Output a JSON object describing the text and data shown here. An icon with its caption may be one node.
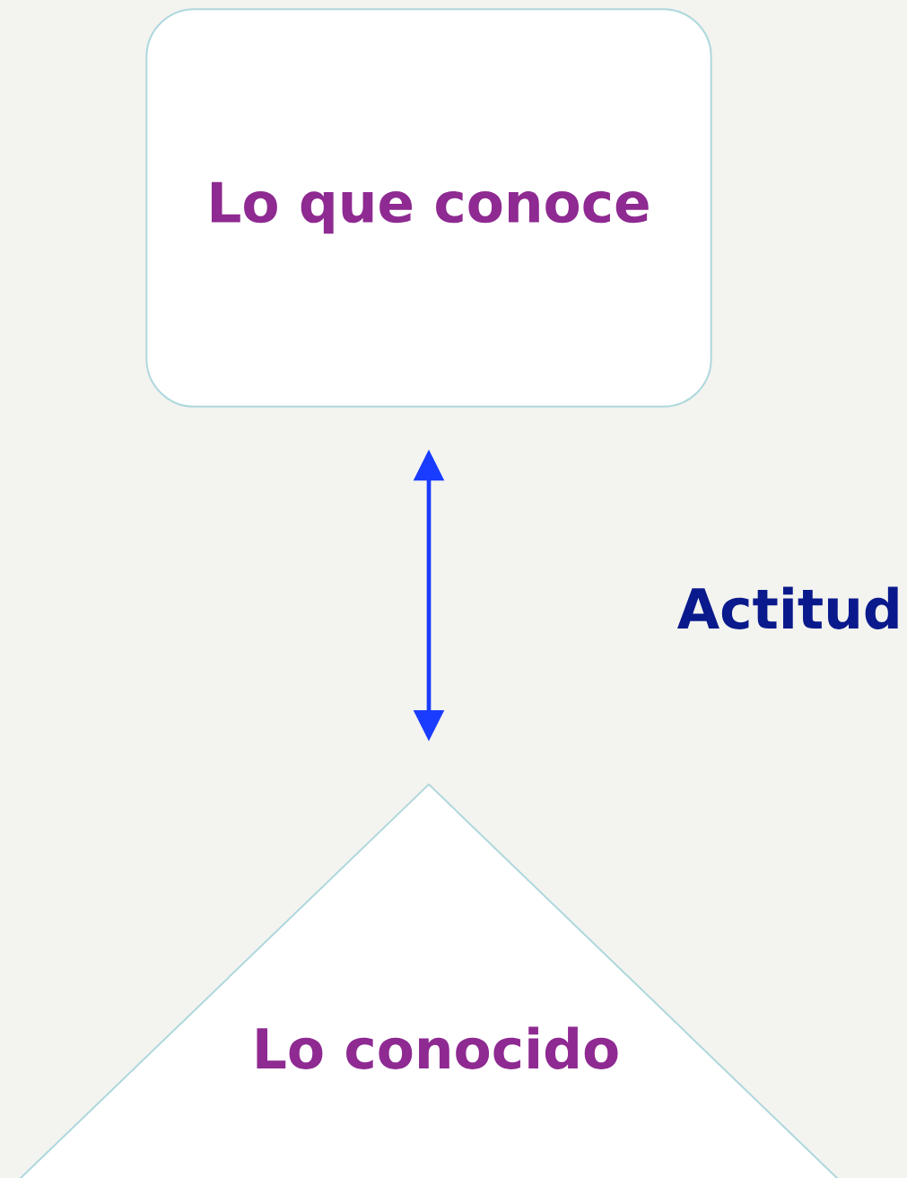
{
  "diagram": {
    "nodes": [
      {
        "text": [
          "Lo que conoce"
        ]
      },
      {
        "text": [
          "Lo conocido"
        ]
      }
    ],
    "edges": [
      {
        "from": 0,
        "to": 1,
        "arrow": "both"
      }
    ],
    "labels": [
      "Actitud"
    ]
  }
}
